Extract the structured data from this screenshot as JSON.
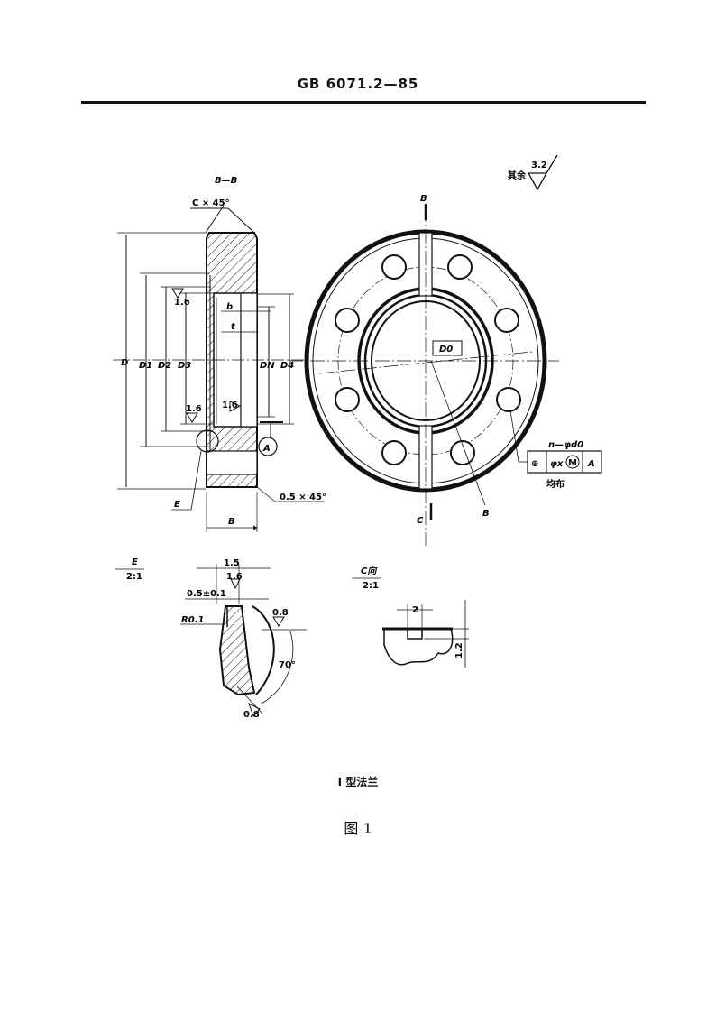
{
  "header": {
    "standard_number": "GB 6071.2—85"
  },
  "drawing": {
    "section_label": "B—B",
    "roughness_other_prefix": "其余",
    "roughness_other_value": "3.2",
    "labels": {
      "chamfer_top": "C × 45°",
      "chamfer_bottom": "0.5 × 45°",
      "D": "D",
      "D1": "D1",
      "D2": "D2",
      "D3": "D3",
      "DN": "DN",
      "D4": "D4",
      "b": "b",
      "t": "t",
      "B_width": "B",
      "E_detail": "E",
      "datum_A": "A",
      "rough_1": "1.6",
      "rough_2": "1.6",
      "rough_3": "1.6",
      "front_cut_top": "B",
      "front_cut_bottom": "C",
      "front_B": "B",
      "D0": "D0",
      "hole_callout": "n—φd0",
      "tol_sym": "⊕",
      "tol_value": "φx",
      "tol_mod": "M",
      "tol_datum": "A",
      "uniform": "均布"
    },
    "detail_E": {
      "title": "E",
      "scale": "2:1",
      "dim_1": "1.5",
      "dim_2": "0.5±0.1",
      "radius": "R0.1",
      "rough_a": "1.6",
      "rough_b": "0.8",
      "rough_c": "0.8",
      "angle": "70°"
    },
    "detail_C": {
      "title": "C向",
      "scale": "2:1",
      "dim_width": "2",
      "dim_depth": "1.2"
    }
  },
  "figure": {
    "subtitle": "I 型法兰",
    "number": "图 1"
  }
}
